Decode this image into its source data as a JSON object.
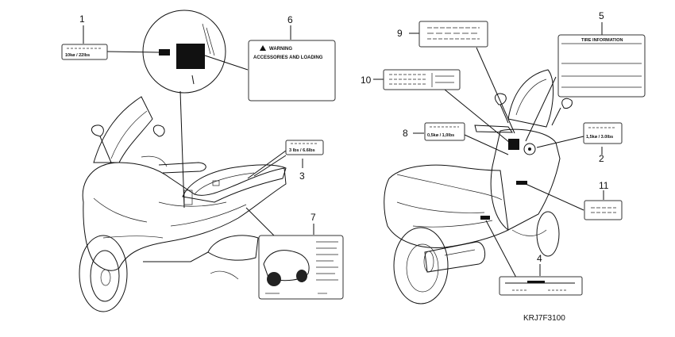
{
  "callouts": {
    "n1": "1",
    "n2": "2",
    "n3": "3",
    "n4": "4",
    "n5": "5",
    "n6": "6",
    "n7": "7",
    "n8": "8",
    "n9": "9",
    "n10": "10",
    "n11": "11"
  },
  "labels": {
    "label1_text": "10kø / 22lbs",
    "label2_text": "1,5kø / 3.0lbs",
    "label3_text": "3 lbs / 6.6lbs",
    "label8_text": "0,5kø / 1,0lbs",
    "label5_title": "TIRE INFORMATION",
    "label6_line1": "WARNING",
    "label6_line2": "ACCESSORIES AND LOADING"
  },
  "diagram_code": "KRJ7F3100",
  "colors": {
    "line": "#111111",
    "background": "#ffffff"
  },
  "icons": {
    "warning": "warning-triangle-icon"
  }
}
